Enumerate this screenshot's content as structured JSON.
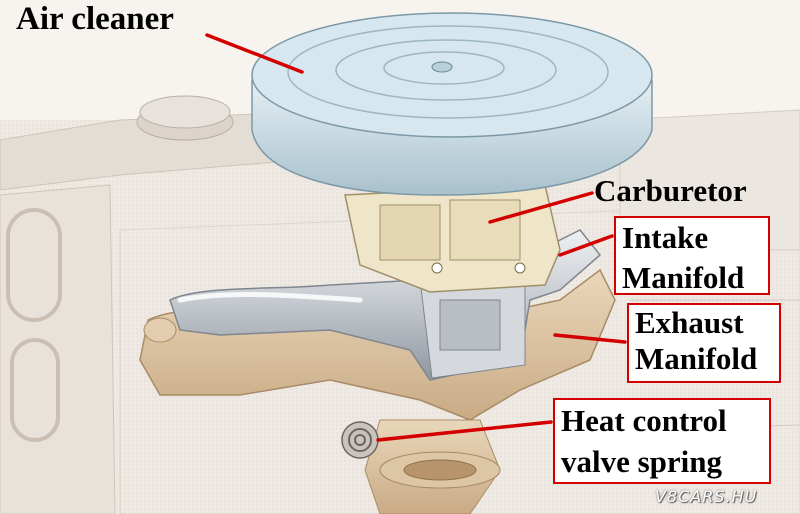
{
  "labels": {
    "air_cleaner": "Air cleaner",
    "carburetor": "Carburetor",
    "intake_manifold": [
      "Intake",
      "Manifold"
    ],
    "exhaust_manifold": [
      "Exhaust",
      "Manifold"
    ],
    "heat_control_valve_spring": [
      "Heat control",
      "valve spring"
    ]
  },
  "watermark": "V8CARS.HU",
  "colors": {
    "leader_line": "#d40000",
    "label_box_border": "#d40000",
    "air_cleaner": "#c9dde6",
    "carburetor": "#eee3c4",
    "intake_manifold": "#c9cdd2",
    "exhaust_manifold": "#dcc6a6",
    "engine_block": "#ece6e0"
  }
}
